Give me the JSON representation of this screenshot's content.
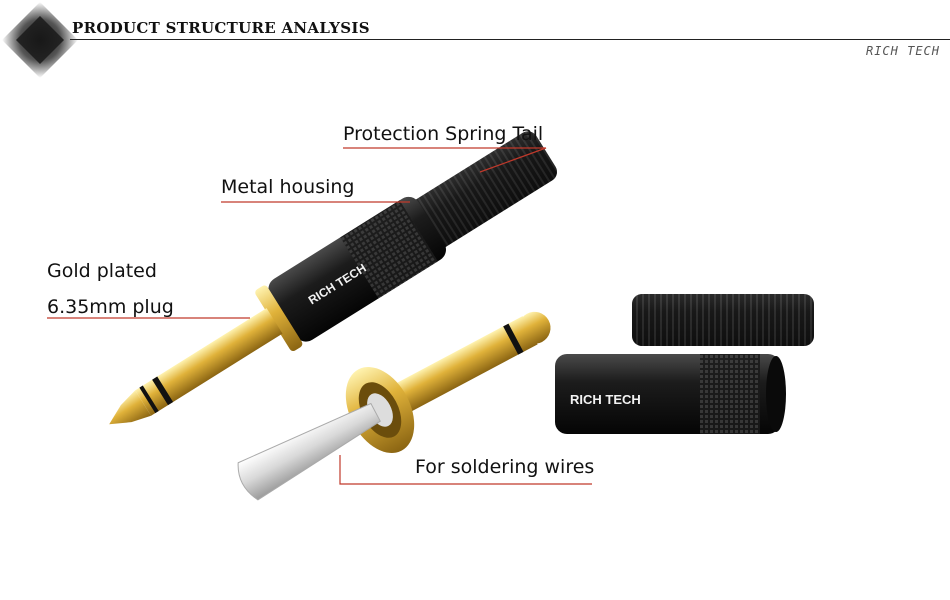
{
  "header": {
    "title": "PRODUCT STRUCTURE ANALYSIS",
    "brand_tag": "RICH TECH"
  },
  "product": {
    "brand_logo_text": "RICH TECH"
  },
  "callouts": {
    "spring_tail": "Protection Spring Tail",
    "metal_housing": "Metal housing",
    "gold_line1": "Gold plated",
    "gold_line2": "6.35mm plug",
    "soldering": "For soldering wires"
  },
  "colors": {
    "callout_line": "#c0392b",
    "housing": "#1a1a1a",
    "gold": "#d4a017"
  }
}
